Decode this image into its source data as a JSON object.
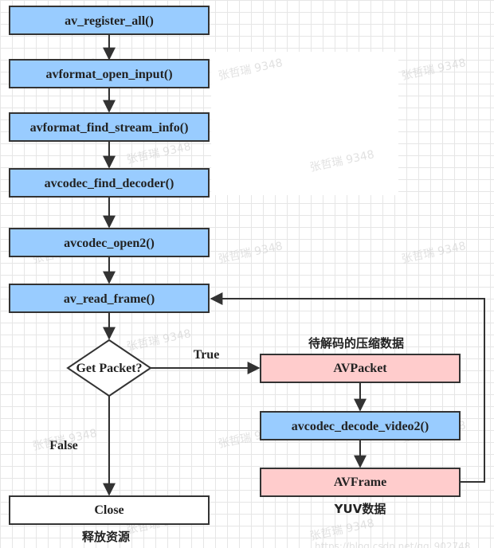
{
  "colors": {
    "process_fill": "#99ccff",
    "data_fill": "#ffcccc",
    "end_fill": "#ffffff",
    "stroke": "#333333"
  },
  "nodes": {
    "av_register_all": "av_register_all()",
    "avformat_open_input": "avformat_open_input()",
    "avformat_find_stream_info": "avformat_find_stream_info()",
    "avcodec_find_decoder": "avcodec_find_decoder()",
    "avcodec_open2": "avcodec_open2()",
    "av_read_frame": "av_read_frame()",
    "get_packet": "Get Packet?",
    "avpacket": "AVPacket",
    "avcodec_decode_video2": "avcodec_decode_video2()",
    "avframe": "AVFrame",
    "close": "Close"
  },
  "labels": {
    "true_edge": "True",
    "false_edge": "False",
    "packet_caption": "待解码的压缩数据",
    "frame_caption": "YUV数据",
    "close_caption": "释放资源"
  },
  "watermark": {
    "text": "张哲瑞 9348",
    "url": "https://blog.csdn.net/qq_902748"
  }
}
